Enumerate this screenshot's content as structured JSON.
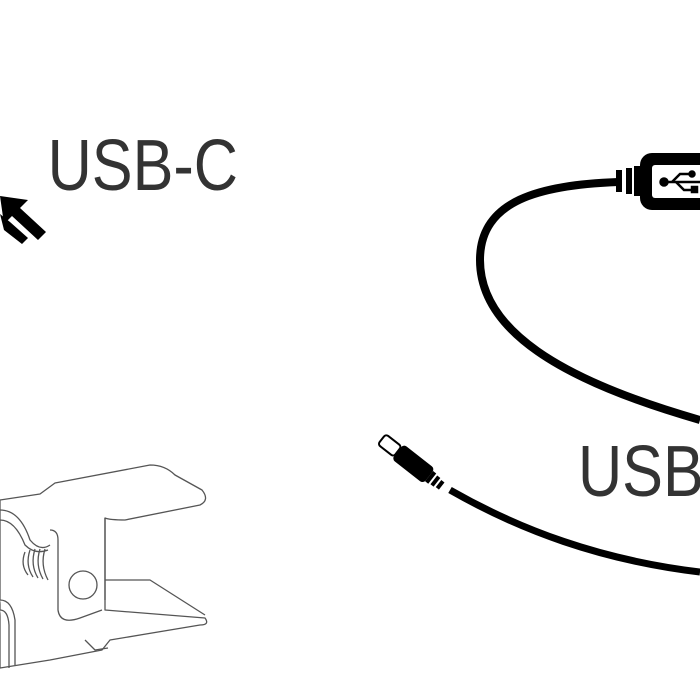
{
  "labels": {
    "left": "USB-C",
    "right": "USB"
  },
  "icons": [
    "arrow-up-left-icon",
    "usb-trident-icon",
    "clip-mount-drawing",
    "usb-cable-drawing"
  ],
  "colors": {
    "ink": "#000000",
    "text": "#333333",
    "line_art": "#555555",
    "background": "#ffffff"
  }
}
